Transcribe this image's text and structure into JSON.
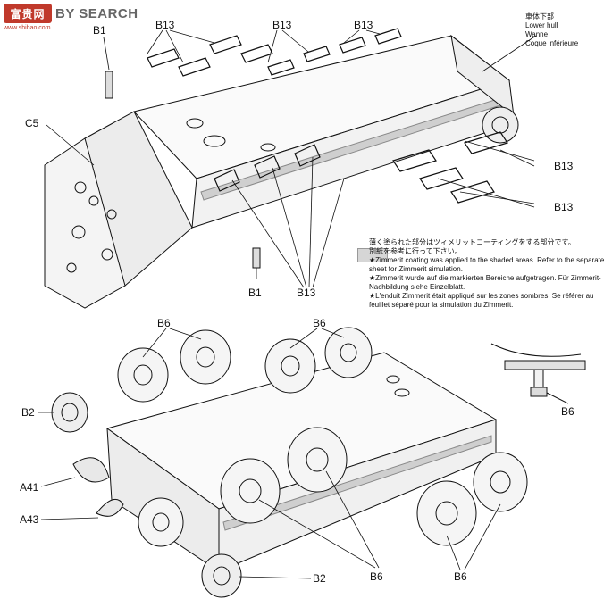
{
  "watermark": {
    "logo_text": "富贵网",
    "site_text": "BY SEARCH",
    "url": "www.shibao.com"
  },
  "hull_label": {
    "japanese": "車体下部",
    "english": "Lower hull",
    "german": "Wanne",
    "french": "Coque inférieure"
  },
  "part_labels": {
    "b1_top": "B1",
    "b13_top_left": "B13",
    "b13_top_mid": "B13",
    "b13_top_right": "B13",
    "c5": "C5",
    "b13_right_upper": "B13",
    "b13_right_lower": "B13",
    "b1_bottom": "B1",
    "b13_bottom": "B13",
    "b6_left_top": "B6",
    "b6_mid_top": "B6",
    "b2_left": "B2",
    "a41": "A41",
    "a43": "A43",
    "b6_inset": "B6",
    "b2_bottom": "B2",
    "b6_bottom_mid": "B6",
    "b6_bottom_right": "B6"
  },
  "zimmerit_note": {
    "japanese_line1": "薄く塗られた部分はツィメリットコーティングをする部分です。",
    "japanese_line2": "別紙を参考に行って下さい。",
    "english": "★Zimmerit coating was applied to the shaded areas. Refer to the separate sheet for Zimmerit simulation.",
    "german": "★Zimmerit wurde auf die markierten Bereiche aufgetragen. Für Zimmerit-Nachbildung siehe Einzelblatt.",
    "french": "★L'enduit Zimmerit était appliqué sur les zones sombres. Se référer au feuillet séparé pour la simulation du Zimmerit."
  }
}
